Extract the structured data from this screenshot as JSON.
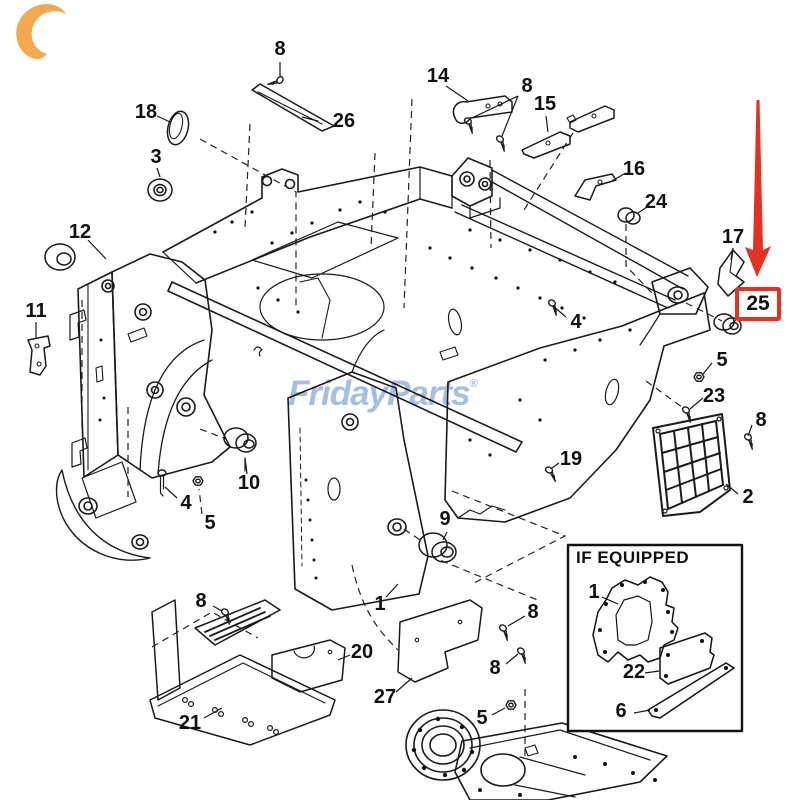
{
  "diagram": {
    "type": "exploded-parts-diagram",
    "subject": "loader frame assembly",
    "background": "#ffffff",
    "line_color": "#1a1a1a",
    "watermark": {
      "text": "FridayParts",
      "registered_mark": "®",
      "blue": "#a4bfdf",
      "orange": "#f2a23e"
    },
    "highlight": {
      "label": "25",
      "color": "#e23322"
    },
    "inset": {
      "title": "IF EQUIPPED",
      "callouts": [
        {
          "label": "1"
        },
        {
          "label": "22"
        },
        {
          "label": "6"
        }
      ]
    },
    "callouts": [
      {
        "label": "8"
      },
      {
        "label": "26"
      },
      {
        "label": "18"
      },
      {
        "label": "3"
      },
      {
        "label": "12"
      },
      {
        "label": "11"
      },
      {
        "label": "14"
      },
      {
        "label": "8"
      },
      {
        "label": "15"
      },
      {
        "label": "16"
      },
      {
        "label": "24"
      },
      {
        "label": "17"
      },
      {
        "label": "4"
      },
      {
        "label": "5"
      },
      {
        "label": "23"
      },
      {
        "label": "8"
      },
      {
        "label": "2"
      },
      {
        "label": "19"
      },
      {
        "label": "9"
      },
      {
        "label": "10"
      },
      {
        "label": "4"
      },
      {
        "label": "5"
      },
      {
        "label": "1"
      },
      {
        "label": "8"
      },
      {
        "label": "20"
      },
      {
        "label": "21"
      },
      {
        "label": "27"
      },
      {
        "label": "8"
      },
      {
        "label": "8"
      },
      {
        "label": "5"
      }
    ]
  }
}
